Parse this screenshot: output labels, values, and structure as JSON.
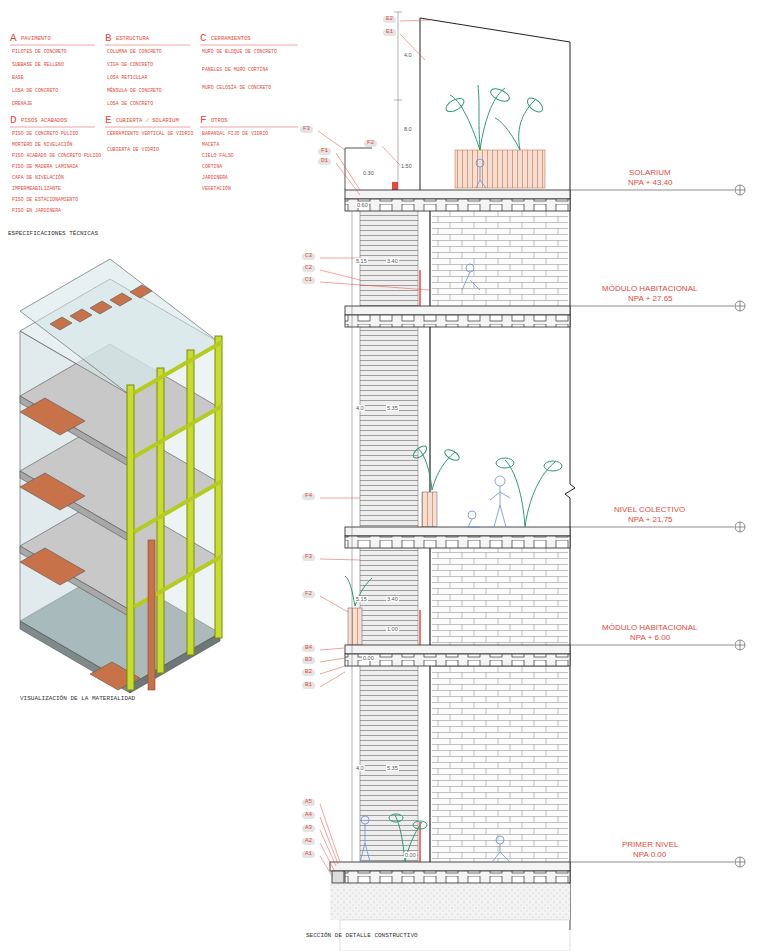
{
  "diagram": {
    "labels": [
      "A",
      "PAVIMENTO",
      "B",
      "ESTRUCTURA",
      "C",
      "CERRAMIENTOS",
      "PILOTES DE CONCRETO",
      "SUBBASE DE RELLENO",
      "BASE",
      "LOSA DE CONCRETO",
      "DRENAJE",
      "COLUMNA DE CONCRETO",
      "VIGA DE CONCRETO",
      "LOSA RETICULAR",
      "MÉNSULA DE CONCRETO",
      "LOSA DE CONCRETO",
      "MURO DE BLOQUE DE CONCRETO",
      "PANELES DE MURO CORTINA",
      "MURO CELOSÍA DE CONCRETO",
      "D",
      "PISOS ACABADOS",
      "E",
      "CUBIERTA / SOLARIUM",
      "F",
      "OTROS",
      "PISO DE CONCRETO PULIDO",
      "MORTERO DE NIVELACIÓN",
      "PISO ACABADO DE CONCRETO PULIDO",
      "PISO DE MADERA LAMINADA",
      "CAPA DE NIVELACIÓN",
      "IMPERMEABILIZANTE",
      "PISO DE ESTACIONAMIENTO",
      "PISO EN JARDINERA",
      "CERRAMIENTO VERTICAL DE VIDRIO",
      "CUBIERTA DE VIDRIO",
      "BARANDAL FIJO DE VIDRIO",
      "MACETA",
      "CIELO FALSO",
      "CORTINA",
      "JARDINERA",
      "VEGETACIÓN",
      "ESPECIFICACIONES TÉCNICAS",
      "VISUALIZACIÓN DE LA MATERIALIDAD",
      "SECCIÓN DE DETALLE CONSTRUCTIVO",
      "SOLARIUM",
      "NPA + 43.40",
      "MÓDULO HABITACIONAL",
      "NPA + 27.65",
      "NIVEL COLECTIVO",
      "NPA + 21.75",
      "MÓDULO HABITACIONAL",
      "NPA + 6.00",
      "PRIMER NIVEL",
      "NPA 0.00",
      "E2",
      "E1",
      "F3",
      "F2",
      "F1",
      "D1",
      "C3",
      "C2",
      "C1",
      "F4",
      "F3",
      "F2",
      "B4",
      "B3",
      "B2",
      "B1",
      "A5",
      "A4",
      "A3",
      "A2",
      "A1",
      "4.0",
      "8.0",
      "0.30",
      "0.60",
      "1.50",
      "5.15",
      "3.40",
      "4.0",
      "5.35",
      "5.15",
      "3.40",
      "1.00",
      "0.00",
      "4.0",
      "5.35",
      "0.00"
    ]
  }
}
